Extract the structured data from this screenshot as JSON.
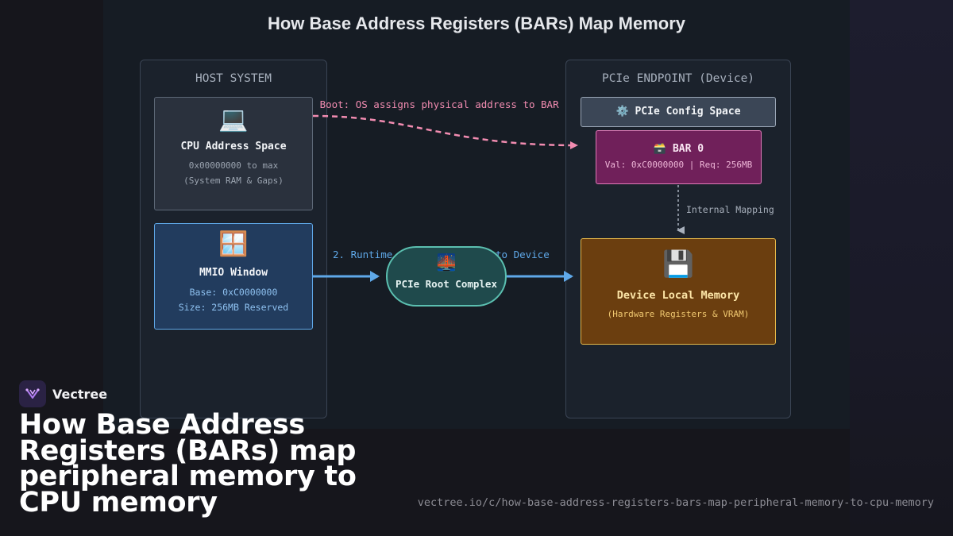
{
  "diagram": {
    "title": "How Base Address Registers (BARs) Map Memory",
    "host": {
      "title": "HOST SYSTEM",
      "cpu": {
        "icon": "laptop-icon",
        "glyph": "💻",
        "title": "CPU Address Space",
        "line1": "0x00000000 to max",
        "line2": "(System RAM & Gaps)"
      },
      "mmio": {
        "icon": "window-icon",
        "glyph": "🪟",
        "title": "MMIO Window",
        "line1": "Base: 0xC0000000",
        "line2": "Size: 256MB Reserved"
      }
    },
    "endpoint": {
      "title": "PCIe ENDPOINT (Device)",
      "config": {
        "icon": "gear-icon",
        "glyph": "⚙️",
        "title": "PCIe Config Space"
      },
      "bar0": {
        "icon": "card-index-icon",
        "glyph": "🗃️",
        "title": "BAR 0",
        "line1": "Val: 0xC0000000 | Req: 256MB"
      },
      "memory": {
        "icon": "floppy-disk-icon",
        "glyph": "💾",
        "title": "Device Local Memory",
        "line1": "(Hardware Registers & VRAM)"
      }
    },
    "root_complex": {
      "icon": "bridge-icon",
      "glyph": "🌉",
      "title": "PCIe Root Complex"
    },
    "edges": {
      "boot": "1. Boot: OS assigns physical address to BAR",
      "runtime_left": "2. Runtime",
      "runtime_right": "to Device",
      "internal": "Internal Mapping"
    },
    "colors": {
      "boot_arrow": "#f28cb1",
      "runtime_arrow": "#5fa8e8",
      "internal_arrow": "#a8b0bc"
    }
  },
  "brand": {
    "name": "Vectree",
    "logo_icon": "vectree-logo-icon"
  },
  "caption": "How Base Address Registers (BARs) map peripheral memory to CPU memory",
  "url": "vectree.io/c/how-base-address-registers-bars-map-peripheral-memory-to-cpu-memory"
}
